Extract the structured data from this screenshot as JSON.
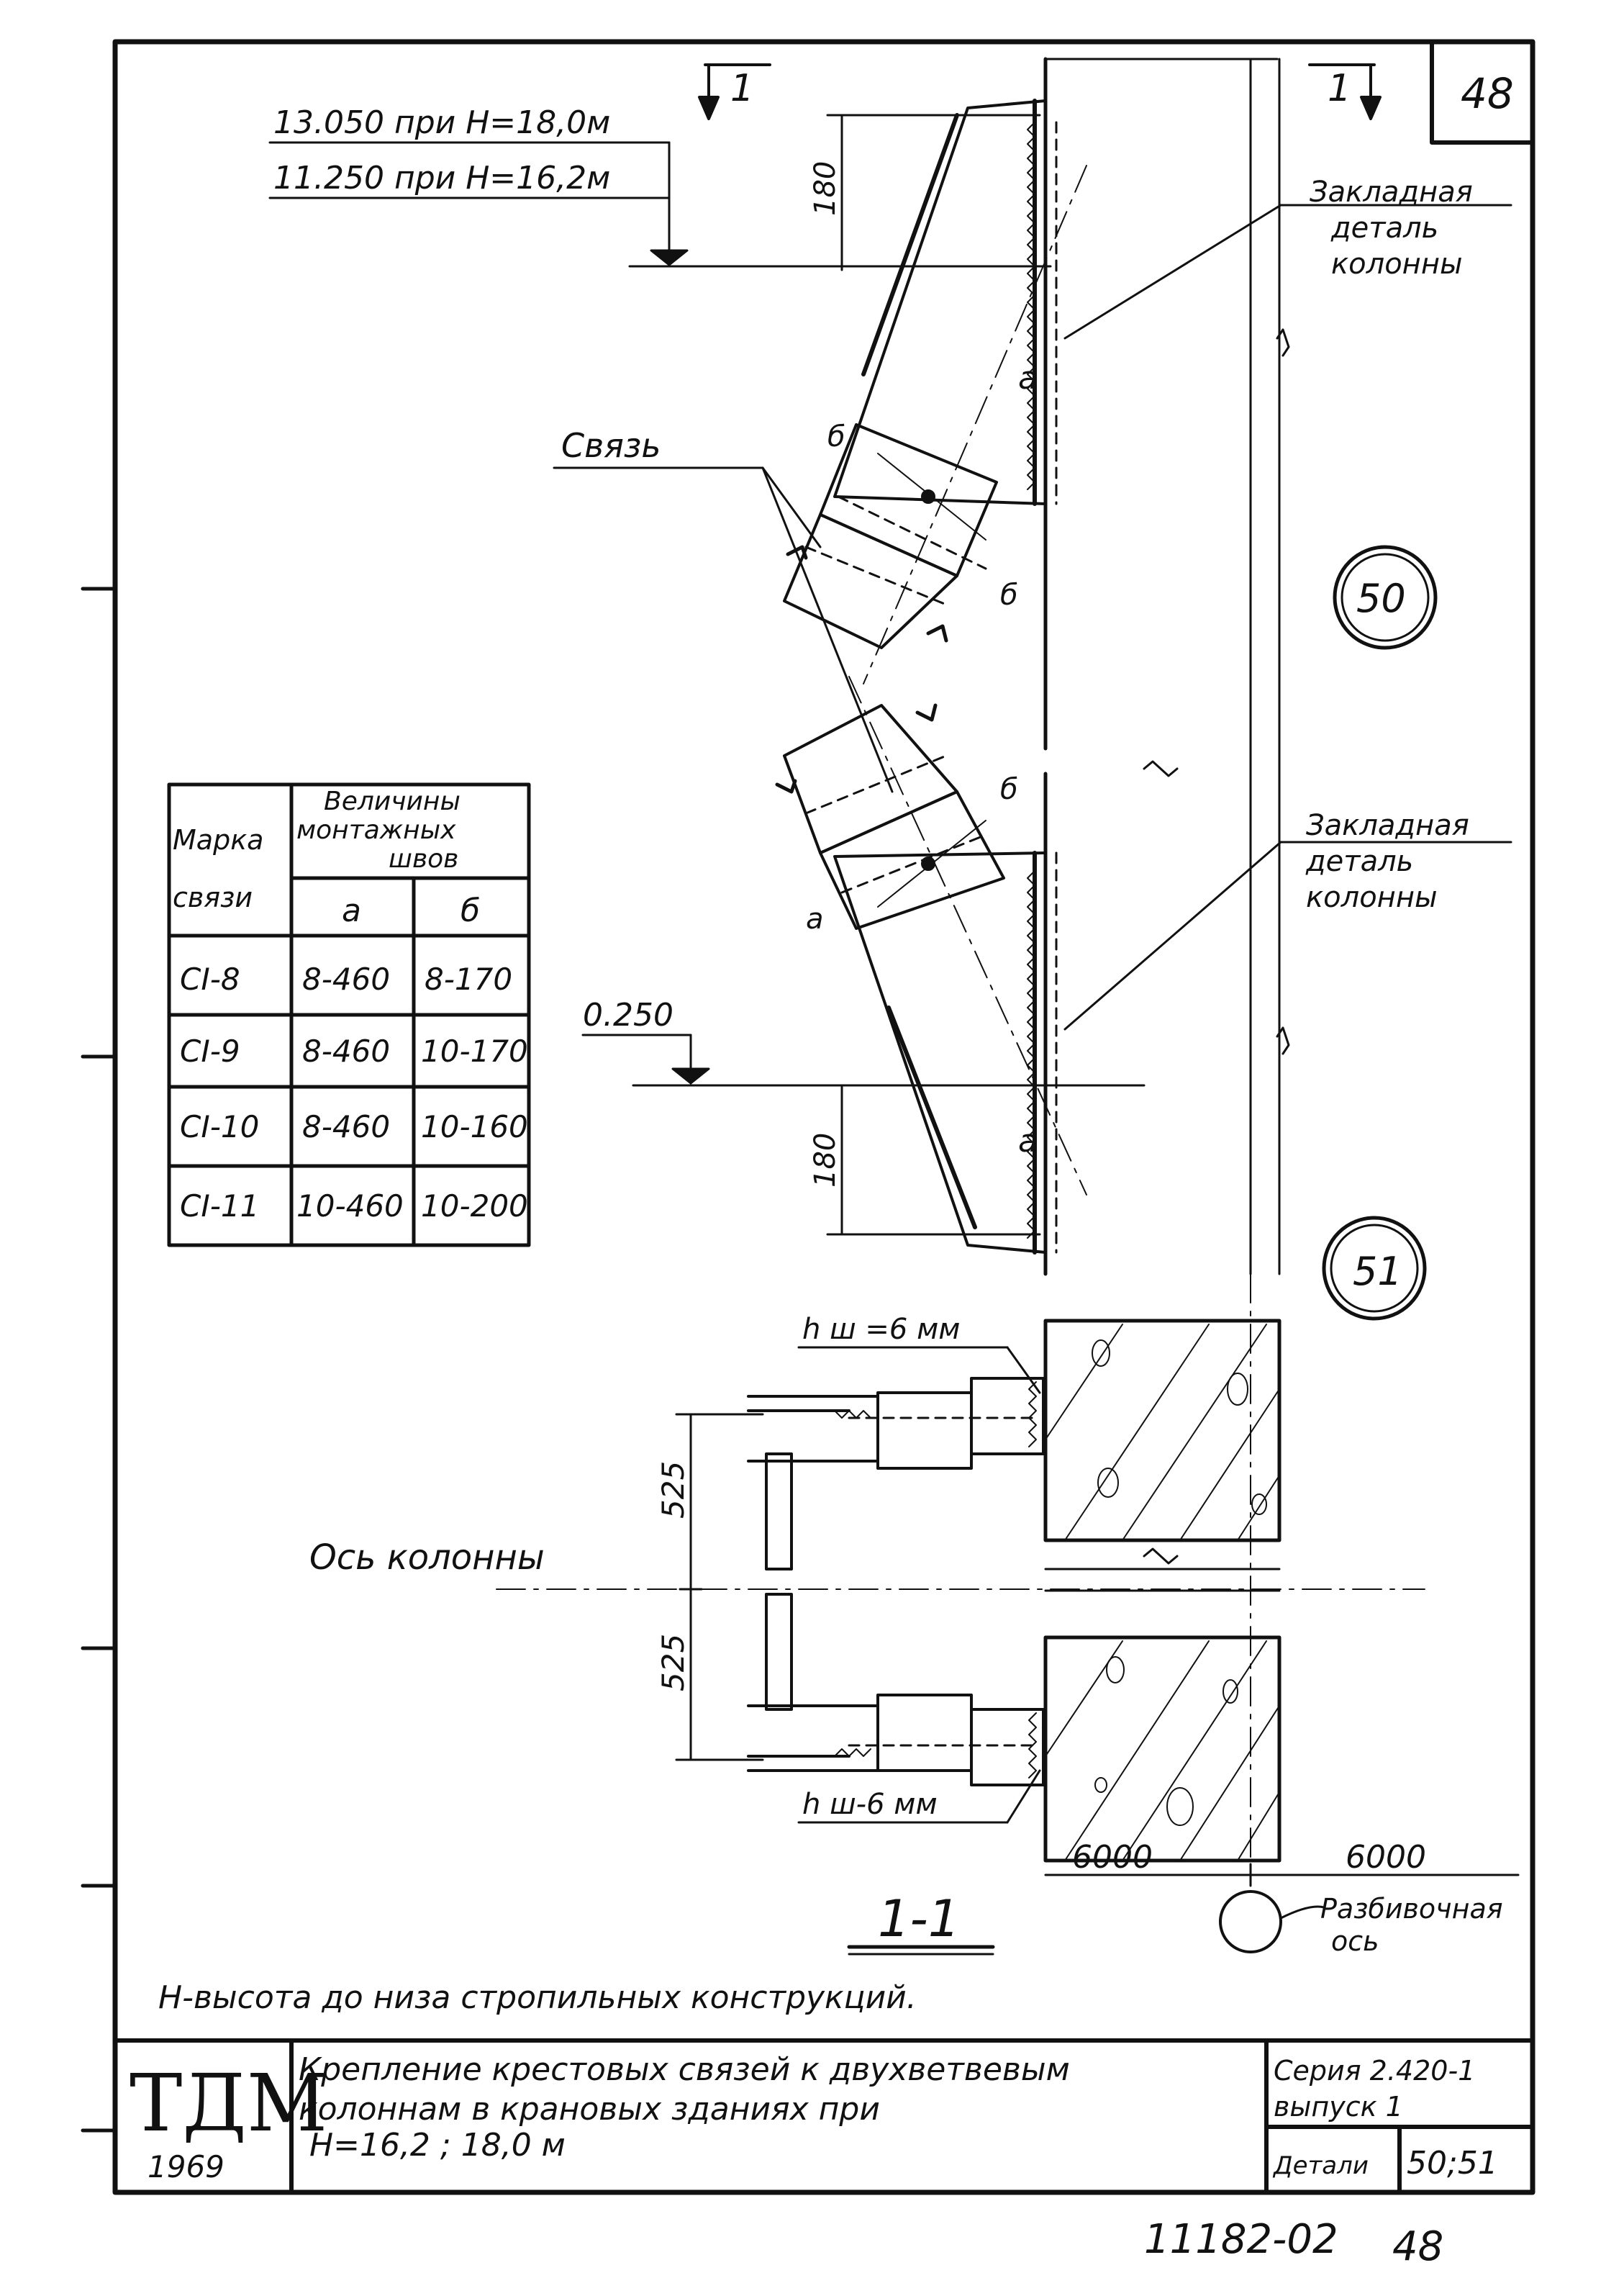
{
  "sheet": {
    "page_number": "48",
    "bottom_code": "11182-02",
    "bottom_page": "48"
  },
  "section_marks": {
    "left": "1",
    "right": "1",
    "section_title": "1-1"
  },
  "elevations": {
    "line1": "13.050 при Н=18,0м",
    "line2": "11.250 при Н=16,2м",
    "lower": "0.250"
  },
  "dims": {
    "top_180": "180",
    "bottom_180": "180",
    "d525_top": "525",
    "d525_bottom": "525",
    "span_left": "6000",
    "span_right": "6000"
  },
  "labels": {
    "embedded_top_1": "Закладная",
    "embedded_top_2": "деталь",
    "embedded_top_3": "колонны",
    "embedded_bottom_1": "Закладная",
    "embedded_bottom_2": "деталь",
    "embedded_bottom_3": "колонны",
    "brace": "Связь",
    "column_axis": "Ось колонны",
    "hw_top": "h ш =6 мм",
    "hw_bottom": "h ш-6 мм",
    "alignment_axis_1": "Разбивочная",
    "alignment_axis_2": "ось",
    "weld_a": "а",
    "weld_b": "б",
    "detail_50": "50",
    "detail_51": "51",
    "note": "Н-высота до низа стропильных конструкций."
  },
  "weld_table": {
    "col1_header_1": "Марка",
    "col1_header_2": "связи",
    "group_header_1": "Величины",
    "group_header_2": "монтажных",
    "group_header_3": "швов",
    "col_a": "а",
    "col_b": "б",
    "rows": [
      {
        "mark": "СI-8",
        "a": "8-460",
        "b": "8-170"
      },
      {
        "mark": "СI-9",
        "a": "8-460",
        "b": "10-170"
      },
      {
        "mark": "СI-10",
        "a": "8-460",
        "b": "10-160"
      },
      {
        "mark": "СI-11",
        "a": "10-460",
        "b": "10-200"
      }
    ]
  },
  "title_block": {
    "logo": "ТДМ",
    "year": "1969",
    "title_1": "Крепление крестовых связей к двухветвевым",
    "title_2": "колоннам в крановых зданиях при",
    "title_3": "Н=16,2 ; 18,0 м",
    "series_1": "Серия 2.420-1",
    "series_2": "выпуск 1",
    "details_label": "Детали",
    "details_value": "50;51"
  }
}
